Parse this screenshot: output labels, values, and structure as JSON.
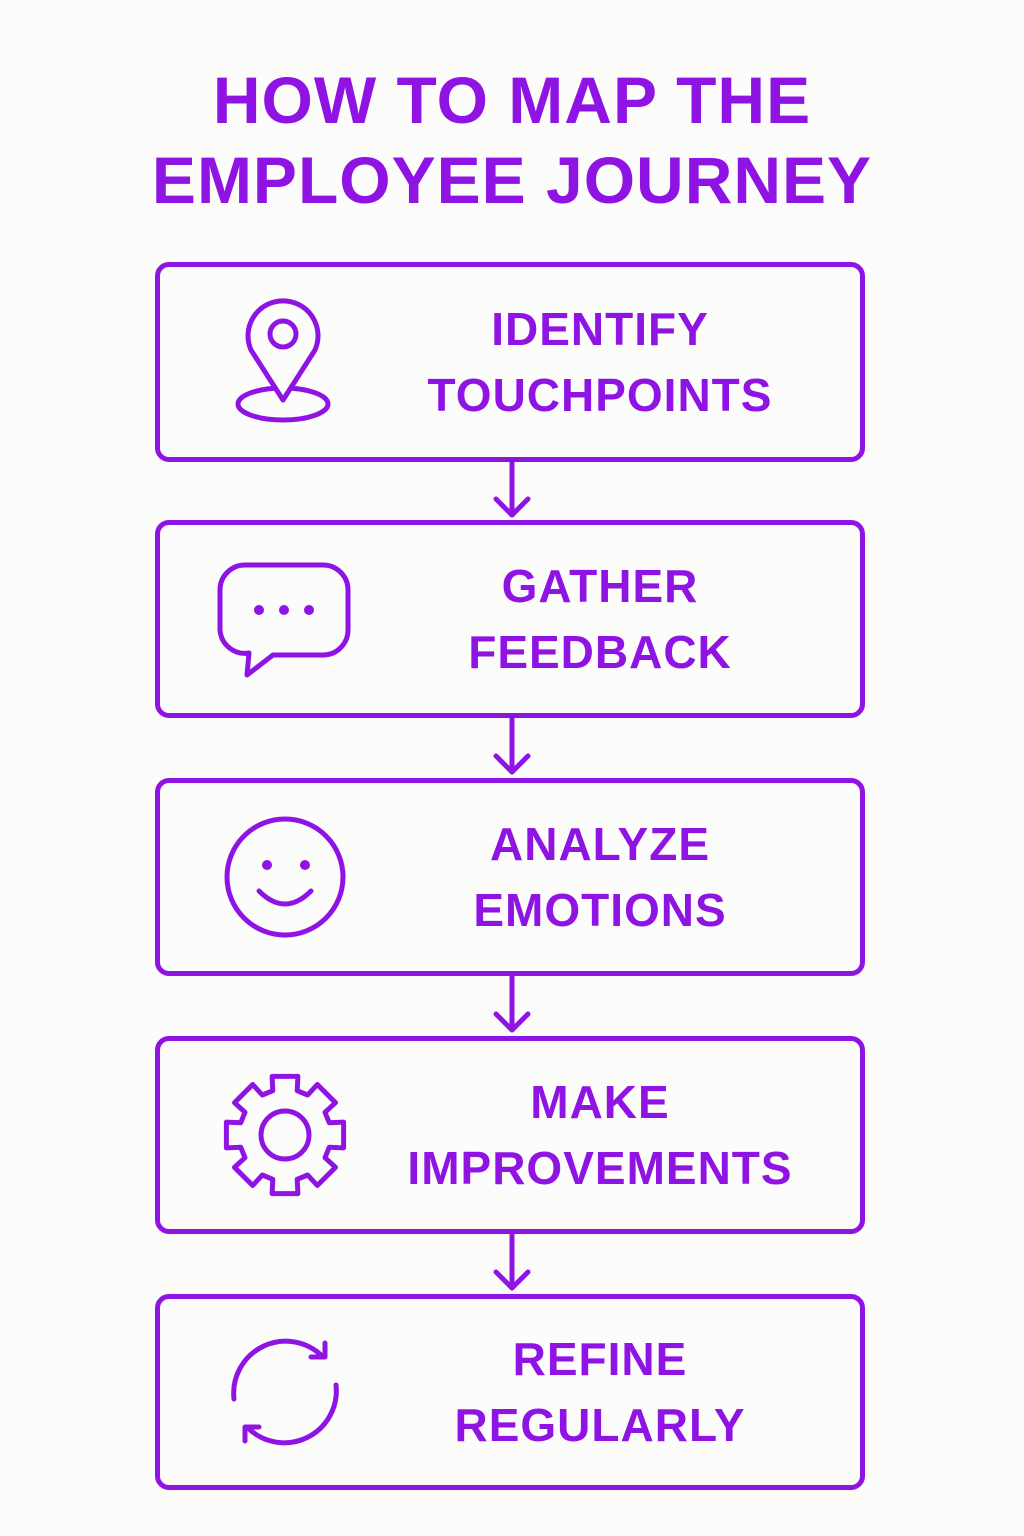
{
  "colors": {
    "accent": "#8f14e3",
    "background": "#fcfcfb"
  },
  "title": {
    "line1": "HOW TO MAP THE",
    "line2": "EMPLOYEE JOURNEY"
  },
  "steps": [
    {
      "line1": "IDENTIFY",
      "line2": "TOUCHPOINTS",
      "icon": "location-pin-icon"
    },
    {
      "line1": "GATHER",
      "line2": "FEEDBACK",
      "icon": "chat-bubble-icon"
    },
    {
      "line1": "ANALYZE",
      "line2": "EMOTIONS",
      "icon": "smiley-face-icon"
    },
    {
      "line1": "MAKE",
      "line2": "IMPROVEMENTS",
      "icon": "gear-icon"
    },
    {
      "line1": "REFINE",
      "line2": "REGULARLY",
      "icon": "refresh-icon"
    }
  ]
}
